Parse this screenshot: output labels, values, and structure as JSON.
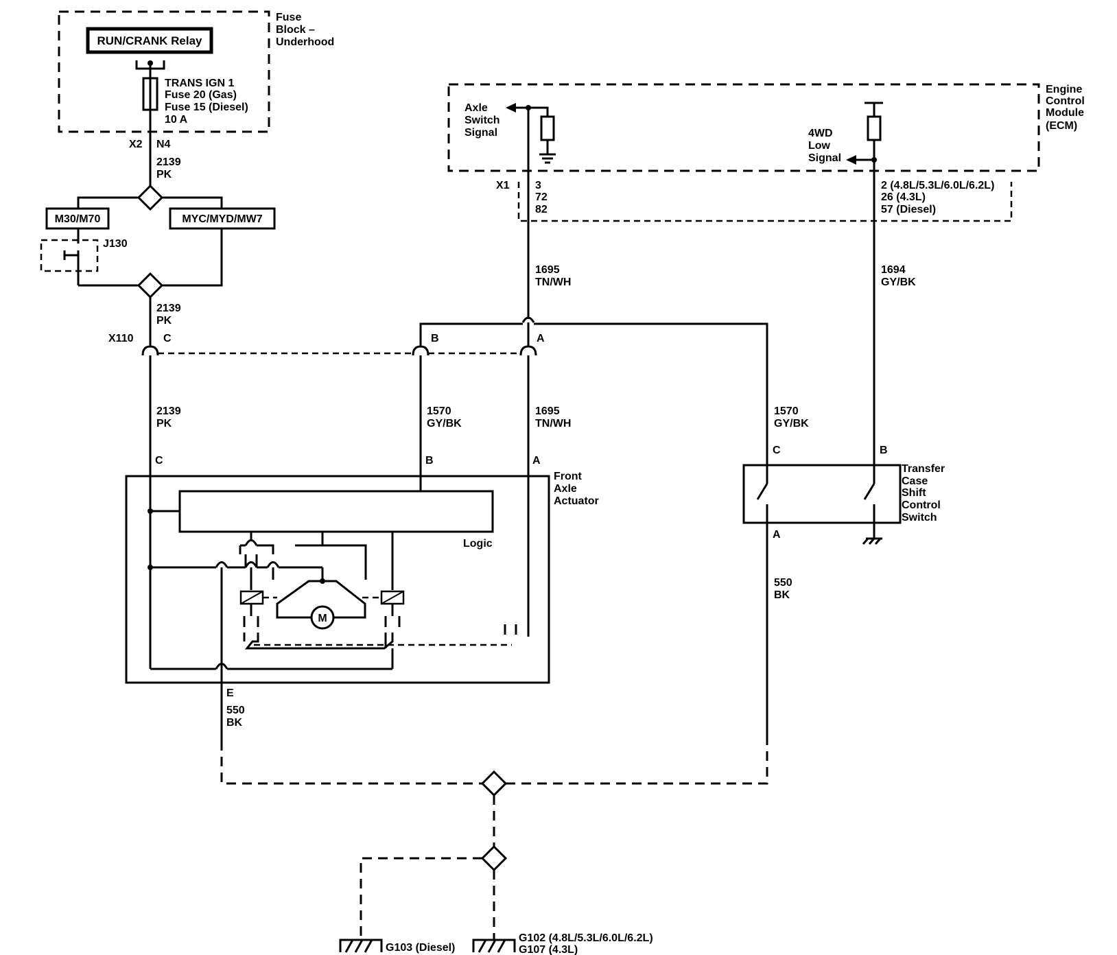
{
  "fuse_block": {
    "title_lines": [
      "Fuse",
      "Block –",
      "Underhood"
    ],
    "relay_label": "RUN/CRANK Relay",
    "fuse_lines": [
      "TRANS IGN 1",
      "Fuse 20 (Gas)",
      "Fuse 15 (Diesel)",
      "10 A"
    ],
    "connector": "X2",
    "pin": "N4"
  },
  "wires": {
    "w2139_num": "2139",
    "w2139_color": "PK",
    "w1570_num": "1570",
    "w1570_color": "GY/BK",
    "w1695_num": "1695",
    "w1695_color": "TN/WH",
    "w1694_num": "1694",
    "w1694_color": "GY/BK",
    "w550_num": "550",
    "w550_color": "BK"
  },
  "options": {
    "left": "M30/M70",
    "right": "MYC/MYD/MW7",
    "splice": "J130"
  },
  "ecm": {
    "title_lines": [
      "Engine",
      "Control",
      "Module",
      "(ECM)"
    ],
    "axle_lines": [
      "Axle",
      "Switch",
      "Signal"
    ],
    "low_lines": [
      "4WD",
      "Low",
      "Signal"
    ],
    "connector": "X1",
    "left_pins": [
      "3",
      "72",
      "82"
    ],
    "right_pins": [
      "2 (4.8L/5.3L/6.0L/6.2L)",
      "26 (4.3L)",
      "57 (Diesel)"
    ]
  },
  "x110": {
    "name": "X110",
    "pin_c": "C",
    "pin_b": "B",
    "pin_a": "A"
  },
  "actuator": {
    "title_lines": [
      "Front",
      "Axle",
      "Actuator"
    ],
    "logic_label": "Logic",
    "motor_label": "M",
    "pin_c": "C",
    "pin_b": "B",
    "pin_a": "A",
    "pin_e": "E"
  },
  "transfer_switch": {
    "title_lines": [
      "Transfer",
      "Case",
      "Shift",
      "Control",
      "Switch"
    ],
    "pin_c": "C",
    "pin_b": "B",
    "pin_a": "A"
  },
  "grounds": {
    "g103": "G103 (Diesel)",
    "g102": "G102 (4.8L/5.3L/6.0L/6.2L)",
    "g107": "G107 (4.3L)"
  },
  "icons": [
    "fuse-icon",
    "resistor-icon",
    "ground-icon",
    "motor-icon",
    "solenoid-icon",
    "switch-icon",
    "splice-icon"
  ]
}
